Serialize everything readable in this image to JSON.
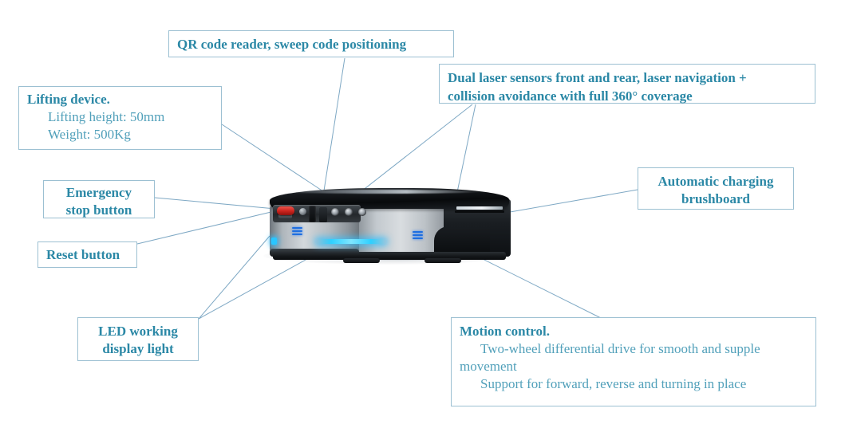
{
  "diagram": {
    "subject": "AGV lifting robot annotated feature diagram",
    "accent_color": "#2b88a6",
    "body_text_color": "#51a0ba",
    "box_border_color": "#9cc0d2",
    "leader_line_color": "#7ea8c4",
    "background_color": "#ffffff"
  },
  "callouts": {
    "qr_reader": {
      "title": "QR code reader, sweep code positioning"
    },
    "lifting_device": {
      "title": "Lifting device.",
      "line1": "Lifting height: 50mm",
      "line2": "Weight: 500Kg"
    },
    "dual_laser": {
      "line1": "Dual laser sensors front and rear, laser navigation +",
      "line2": "collision avoidance with full 360° coverage"
    },
    "emergency_stop": {
      "line1": "Emergency",
      "line2": "stop button"
    },
    "reset": {
      "title": "Reset button"
    },
    "automatic_charging": {
      "line1": "Automatic charging",
      "line2": "brushboard"
    },
    "led_light": {
      "line1": "LED working",
      "line2": "display light"
    },
    "motion_control": {
      "title": "Motion control.",
      "line1": "Two-wheel differential drive for smooth and supple",
      "line2": "movement",
      "line3": "Support for forward, reverse and turning in place"
    }
  },
  "robot_parts": {
    "emergency_stop_button": "red-mushroom-button",
    "reset_button": "round-push-button",
    "qr_reader_window": "dark-scanner-slot",
    "led_strip": "cyan-light-bar",
    "rear_laser": "rear-laser-slit",
    "status_glyph": "blue-indicator-glyph"
  }
}
